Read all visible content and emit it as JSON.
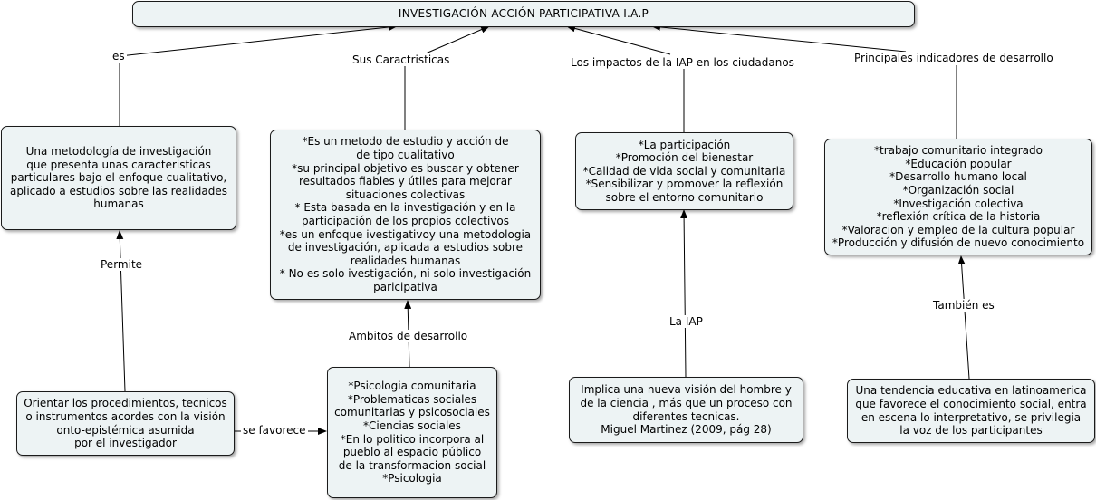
{
  "title": "INVESTIGACIÓN ACCIÓN  PARTICIPATIVA I.A.P",
  "links": {
    "es": "es",
    "caracteristicas": "Sus Caractristicas",
    "impactos": "Los impactos de la IAP en los ciudadanos",
    "indicadores": "Principales indicadores de desarrollo",
    "permite": "Permite",
    "ambitos": "Ambitos de desarrollo",
    "la_iap": "La IAP",
    "tambien": "También es",
    "favorece": "se favorece"
  },
  "nodes": {
    "metodologia": "Una metodología de investigación\nque presenta unas caracteristicas\nparticulares bajo el enfoque cualitativo,\naplicado a estudios sobre las realidades\nhumanas",
    "caracteristicas": "*Es un metodo de estudio y acción de\nde tipo cualitativo\n*su principal objetivo es buscar y obtener\nresultados fiables y útiles para mejorar\nsituaciones colectivas\n* Esta basada en la investigación y en la\nparticipación de los propios colectivos\n*es un enfoque ivestigativoy una metodologia\nde investigación, aplicada a estudios sobre\nrealidades humanas\n* No es solo ivestigación, ni solo investigación\nparicipativa",
    "impactos": "*La participación\n*Promoción del bienestar\n*Calidad de vida social y comunitaria\n*Sensibilizar y promover la reflexión\nsobre el entorno comunitario",
    "indicadores": "*trabajo comunitario integrado\n*Educación popular\n*Desarrollo humano local\n*Organización social\n*Investigación colectiva\n*reflexión crítica de la historia\n*Valoracion y empleo de la cultura popular\n*Producción y difusión de nuevo conocimiento",
    "orientar": "Orientar los procedimientos, tecnicos\no instrumentos acordes con la visión\nonto-epistémica asumida\npor el investigador",
    "ambitos": "*Psicologia comunitaria\n*Problematicas sociales\ncomunitarias y psicosociales\n*Ciencias sociales\n*En lo politico incorpora al\npueblo al espacio público\nde la transformacion social\n*Psicologia",
    "vision": "Implica una nueva visión del hombre y\nde la ciencia , más que un proceso con\ndiferentes tecnicas.\nMiguel Martinez (2009, pág 28)",
    "tendencia": "Una tendencia educativa en latinoamerica\nque favorece el conocimiento social, entra\nen escena lo interpretativo, se privilegia\nla voz de los participantes"
  }
}
